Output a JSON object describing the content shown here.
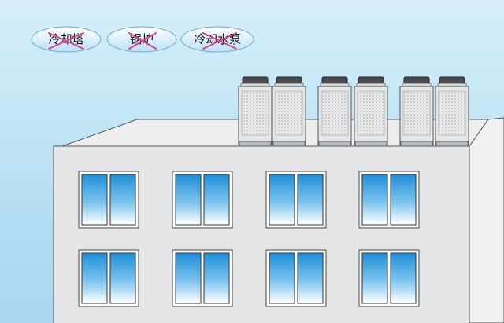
{
  "crossed_out_equipment": [
    {
      "label": "冷却塔"
    },
    {
      "label": "锅炉"
    },
    {
      "label": "冷却水泵"
    }
  ],
  "colors": {
    "sky": "#c4e6f6",
    "bubble_fill": "#cfe9f7",
    "cross_mark": "#d9468a",
    "building_front": "#e4e6e8",
    "building_side": "#f0f1f2",
    "roof": "#eceef0",
    "window_glass_top": "#1e8fd8",
    "window_glass_bottom": "#ffffff",
    "outdoor_unit": "#e3e5e7"
  },
  "building": {
    "floors_shown": 2,
    "windows_per_floor": 4,
    "panes_per_window": 2
  },
  "rooftop_units": {
    "groups": 3,
    "units_per_group": 2,
    "fan_outlets_per_unit": 1
  }
}
